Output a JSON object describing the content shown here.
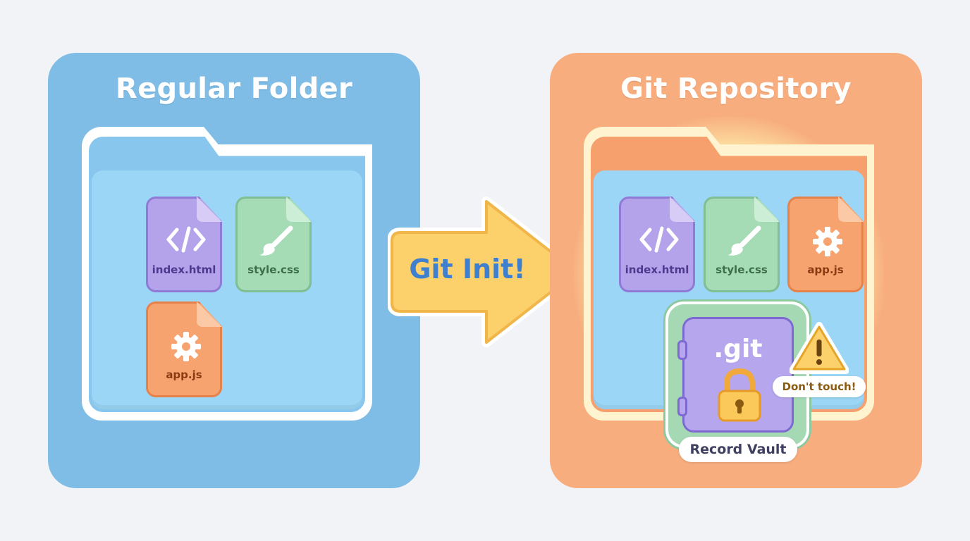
{
  "left_panel": {
    "title": "Regular Folder",
    "color": "#7fbde6",
    "files": [
      {
        "name": "index.html",
        "icon": "code-icon"
      },
      {
        "name": "style.css",
        "icon": "paintbrush-icon"
      },
      {
        "name": "app.js",
        "icon": "gear-icon"
      }
    ]
  },
  "arrow": {
    "label": "Git Init!",
    "color": "#fcd06a"
  },
  "right_panel": {
    "title": "Git Repository",
    "color": "#f7ad7e",
    "files": [
      {
        "name": "index.html",
        "icon": "code-icon"
      },
      {
        "name": "style.css",
        "icon": "paintbrush-icon"
      },
      {
        "name": "app.js",
        "icon": "gear-icon"
      }
    ],
    "vault": {
      "title": ".git",
      "caption": "Record Vault",
      "icon": "padlock-icon"
    },
    "warning": {
      "text": "Don't touch!",
      "icon": "warning-icon"
    }
  }
}
